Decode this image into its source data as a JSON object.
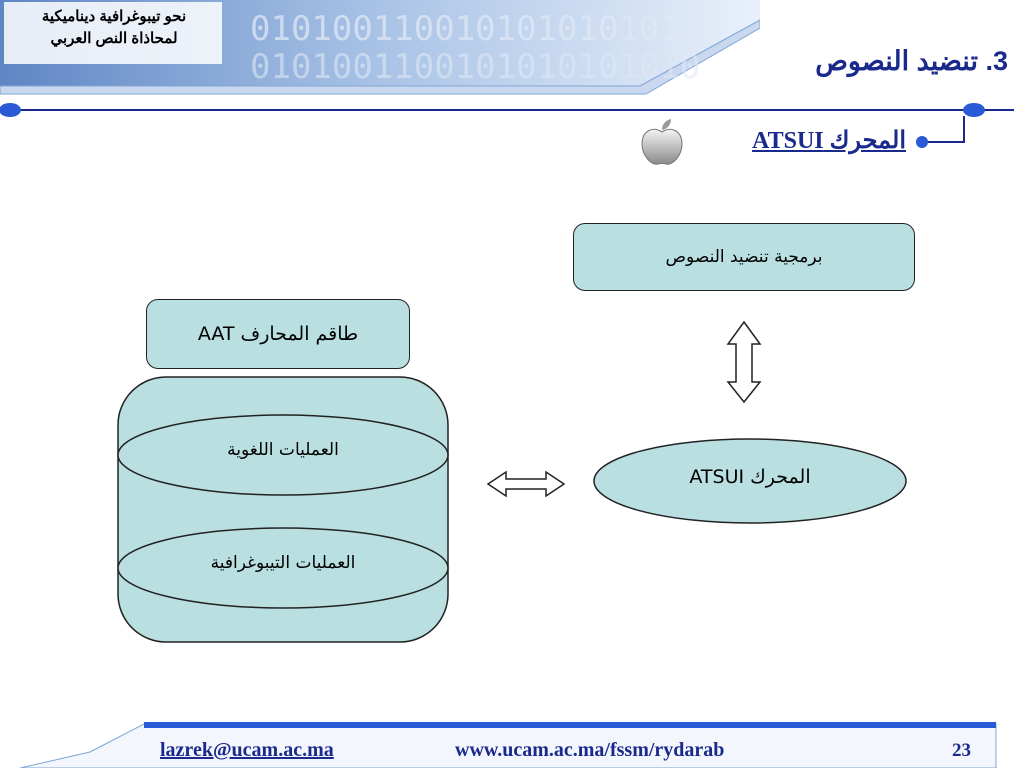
{
  "header": {
    "line1": "نحو تيبوغرافية ديناميكية",
    "line2": "لمحاذاة النص العربي",
    "banner_digits": "0101001100101010101010"
  },
  "slide": {
    "title": "3. تنضيد النصوص",
    "subtitle": "المحرك ATSUI"
  },
  "diagram": {
    "programming_box": "برمجية تنضيد النصوص",
    "aat_box": "طاقم المحارف AAT",
    "linguistic_ops": "العمليات اللغوية",
    "typographic_ops": "العمليات التيبوغرافية",
    "engine": "المحرك ATSUI"
  },
  "footer": {
    "email": "lazrek@ucam.ac.ma",
    "url": "www.ucam.ac.ma/fssm/rydarab",
    "page_number": "23"
  },
  "colors": {
    "accent_blue": "#1a2a8c",
    "node_fill": "#b9dfe0",
    "banner_blue": "#7fa6d6"
  }
}
